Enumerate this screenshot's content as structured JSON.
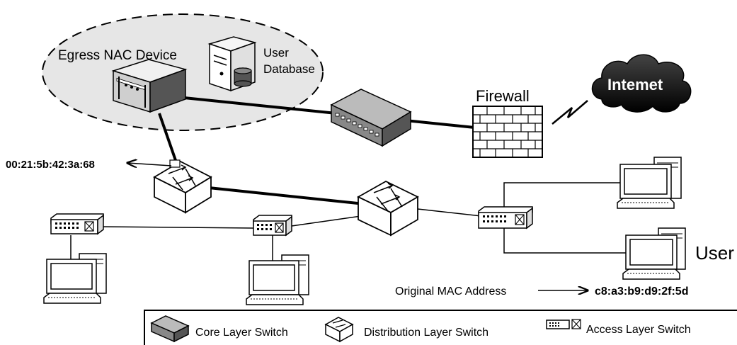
{
  "labels": {
    "nac_device": "Egress NAC Device",
    "user_db_line1": "User",
    "user_db_line2": "Database",
    "firewall": "Firewall",
    "internet": "Intemet",
    "mac_spoofed": "00:21:5b:42:3a:68",
    "user": "User",
    "original_mac_label": "Original MAC Address",
    "original_mac_value": "c8:a3:b9:d9:2f:5d"
  },
  "legend": {
    "core": "Core Layer Switch",
    "distribution": "Distribution Layer Switch",
    "access": "Access Layer Switch"
  }
}
